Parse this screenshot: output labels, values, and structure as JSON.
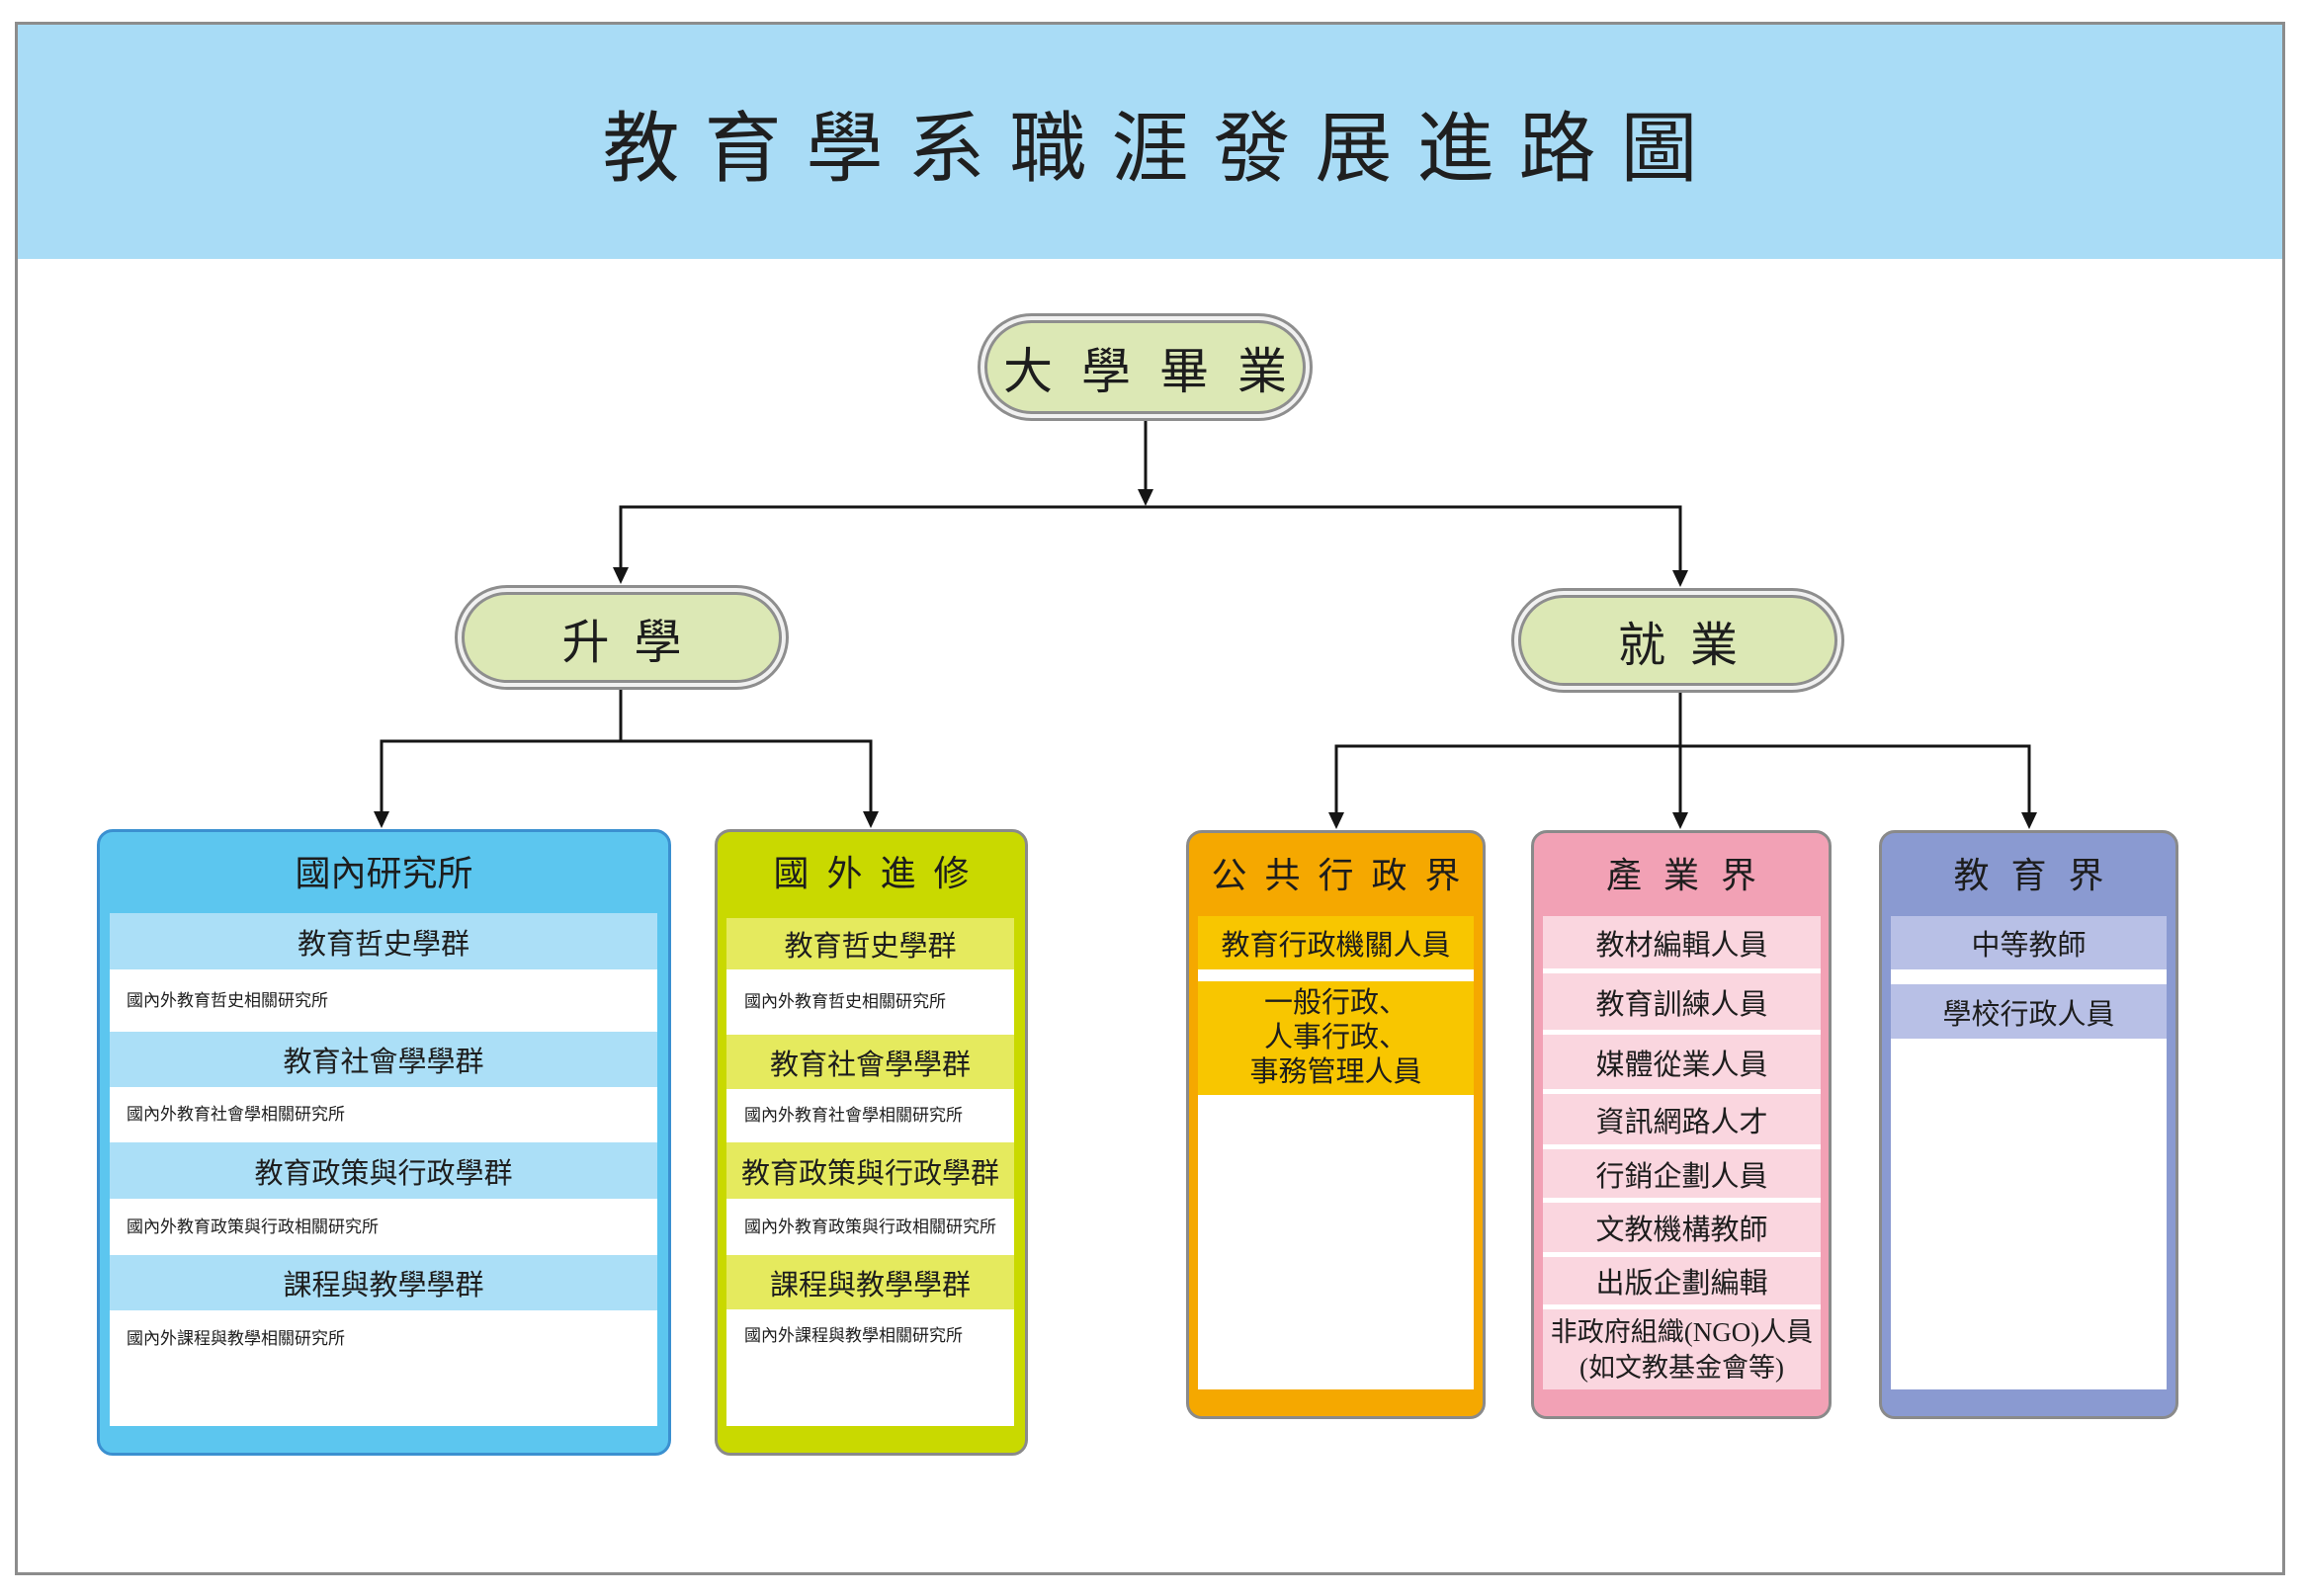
{
  "title": "教育學系職涯發展進路圖",
  "root": {
    "label": "大學畢業"
  },
  "branches": [
    {
      "label": "升學"
    },
    {
      "label": "就業"
    }
  ],
  "further_study": [
    {
      "title": "國內研究所",
      "groups": [
        {
          "name": "教育哲史學群",
          "detail": "國內外教育哲史相關研究所"
        },
        {
          "name": "教育社會學學群",
          "detail": "國內外教育社會學相關研究所"
        },
        {
          "name": "教育政策與行政學群",
          "detail": "國內外教育政策與行政相關研究所"
        },
        {
          "name": "課程與教學學群",
          "detail": "國內外課程與教學相關研究所"
        }
      ]
    },
    {
      "title": "國外進修",
      "groups": [
        {
          "name": "教育哲史學群",
          "detail": "國內外教育哲史相關研究所"
        },
        {
          "name": "教育社會學學群",
          "detail": "國內外教育社會學相關研究所"
        },
        {
          "name": "教育政策與行政學群",
          "detail": "國內外教育政策與行政相關研究所"
        },
        {
          "name": "課程與教學學群",
          "detail": "國內外課程與教學相關研究所"
        }
      ]
    }
  ],
  "employment": [
    {
      "title": "公共行政界",
      "roles": [
        "教育行政機關人員",
        "一般行政、\n人事行政、\n事務管理人員"
      ]
    },
    {
      "title": "產業界",
      "roles": [
        "教材編輯人員",
        "教育訓練人員",
        "媒體從業人員",
        "資訊網路人才",
        "行銷企劃人員",
        "文教機構教師",
        "出版企劃編輯",
        "非政府組織(NGO)人員\n(如文教基金會等)"
      ]
    },
    {
      "title": "教育界",
      "roles": [
        "中等教師",
        "學校行政人員"
      ]
    }
  ],
  "colors": {
    "header": "#a9dcf6",
    "node": "#dce8b5",
    "domestic_graduate_school": "#5cc6ef",
    "domestic_graduate_school_band": "#abdff7",
    "overseas_study": "#c9d900",
    "overseas_study_band": "#e5ea5e",
    "public_administration": "#f5a800",
    "public_administration_band": "#f8c600",
    "industry": "#f2a1b5",
    "industry_band": "#fad6df",
    "education": "#8a9ad1",
    "education_band": "#b8c0e6"
  }
}
